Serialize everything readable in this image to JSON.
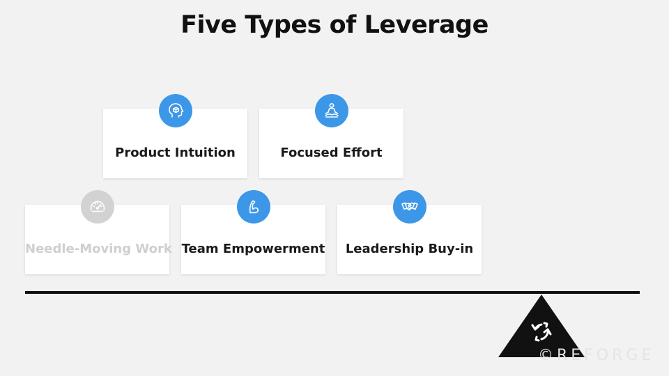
{
  "title": "Five Types of Leverage",
  "cards": [
    {
      "label": "Product Intuition",
      "icon": "head-cube-icon",
      "state": "active"
    },
    {
      "label": "Focused Effort",
      "icon": "meditation-icon",
      "state": "active"
    },
    {
      "label": "Needle-Moving Work",
      "icon": "speedometer-icon",
      "state": "dimmed"
    },
    {
      "label": "Team Empowerment",
      "icon": "flexed-arm-icon",
      "state": "active"
    },
    {
      "label": "Leadership Buy-in",
      "icon": "handshake-icon",
      "state": "active"
    }
  ],
  "fulcrum_icon": "refresh-cycle-icon",
  "brand": "©REFORGE",
  "colors": {
    "background": "#f2f2f2",
    "accent": "#3d97e8",
    "dimmed": "#d2d2d2",
    "text": "#1a1a1a",
    "dark": "#111111"
  }
}
